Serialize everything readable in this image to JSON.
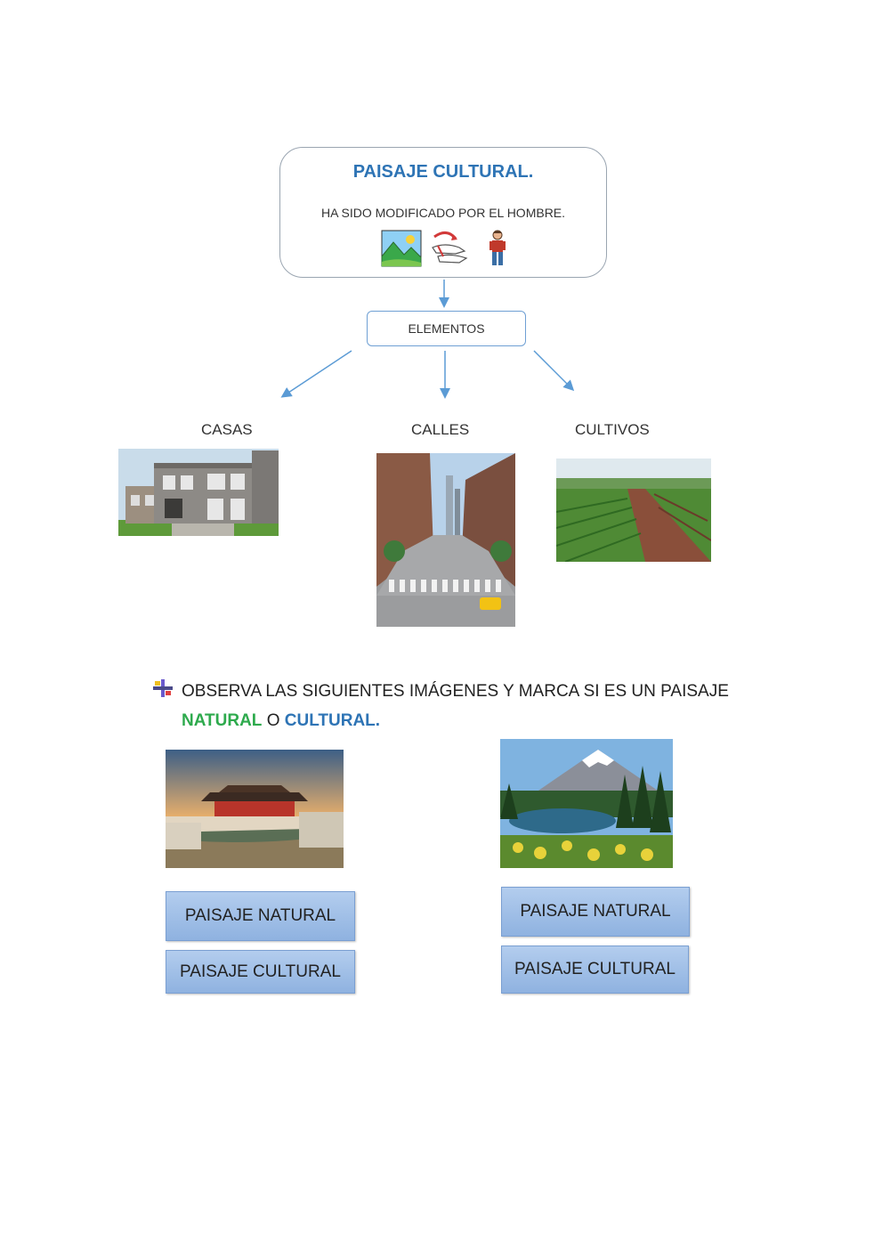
{
  "concept": {
    "title": "PAISAJE CULTURAL.",
    "description": "HA SIDO MODIFICADO POR EL HOMBRE."
  },
  "elements_label": "ELEMENTOS",
  "categories": {
    "casas": "CASAS",
    "calles": "CALLES",
    "cultivos": "CULTIVOS"
  },
  "instruction": {
    "line1": "OBSERVA LAS SIGUIENTES IMÁGENES Y MARCA SI ES UN PAISAJE",
    "natural_word": "NATURAL",
    "connector": "O",
    "cultural_word": "CULTURAL."
  },
  "exercise": {
    "left": {
      "natural_label": "PAISAJE NATURAL",
      "cultural_label": "PAISAJE CULTURAL"
    },
    "right": {
      "natural_label": "PAISAJE NATURAL",
      "cultural_label": "PAISAJE CULTURAL"
    }
  },
  "colors": {
    "accent_blue": "#2e74b5",
    "accent_green": "#2eaa4d",
    "button_fill": "#a4c2ea"
  }
}
